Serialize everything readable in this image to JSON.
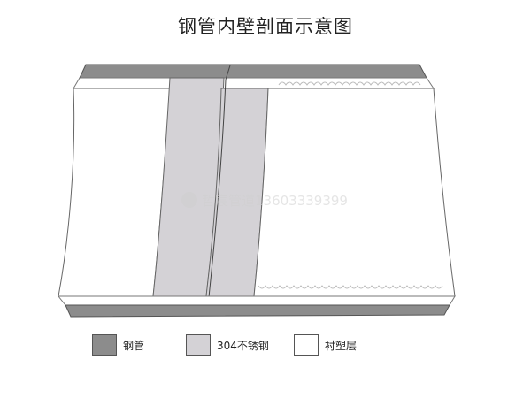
{
  "title": "钢管内壁剖面示意图",
  "watermark": "哲宸管道13603339399",
  "legend": [
    {
      "label": "钢管",
      "color": "#8c8c8c"
    },
    {
      "label": "304不锈钢",
      "color": "#d4d2d6"
    },
    {
      "label": "衬塑层",
      "color": "#ffffff"
    }
  ],
  "colors": {
    "steel": "#8c8c8c",
    "stainless": "#d4d2d6",
    "lining": "#ffffff",
    "outline": "#555555"
  }
}
